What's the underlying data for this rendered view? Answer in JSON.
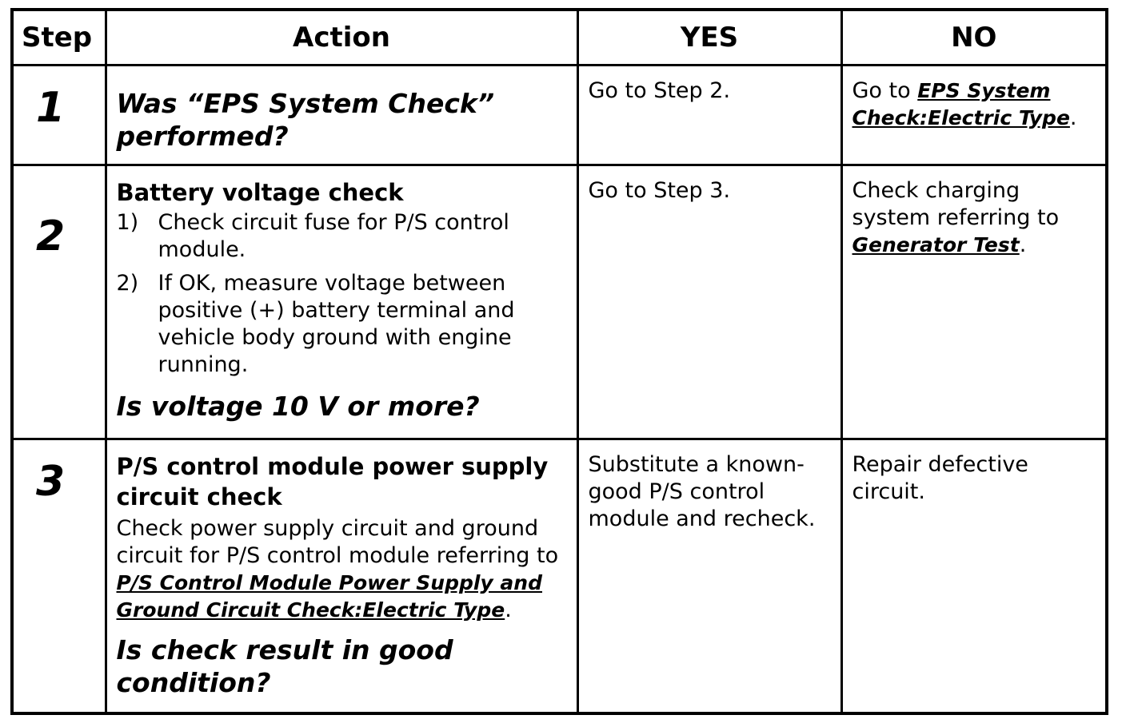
{
  "headers": {
    "step": "Step",
    "action": "Action",
    "yes": "YES",
    "no": "NO"
  },
  "rows": [
    {
      "step": "1",
      "question": "Was “EPS System Check” performed?",
      "yes": "Go to Step 2.",
      "no_prefix": "Go to ",
      "no_link": "EPS System Check:Electric Type",
      "no_suffix": "."
    },
    {
      "step": "2",
      "heading": "Battery voltage check",
      "items": [
        {
          "num": "1)",
          "text": "Check circuit fuse for P/S control module."
        },
        {
          "num": "2)",
          "text": "If OK, measure voltage between positive (+) battery terminal and vehicle body ground with engine running."
        }
      ],
      "question": "Is voltage 10 V or more?",
      "yes": "Go to Step 3.",
      "no_prefix": "Check charging system referring to ",
      "no_link": "Generator Test",
      "no_suffix": "."
    },
    {
      "step": "3",
      "heading": "P/S control module power supply circuit check",
      "body_prefix": "Check power supply circuit and ground circuit for P/S control module referring to ",
      "body_link": "P/S Control Module Power Supply and Ground Circuit Check:Electric Type",
      "body_suffix": ".",
      "question": "Is check result in good condition?",
      "yes": "Substitute a known-good P/S control module and recheck.",
      "no": "Repair defective circuit."
    }
  ]
}
